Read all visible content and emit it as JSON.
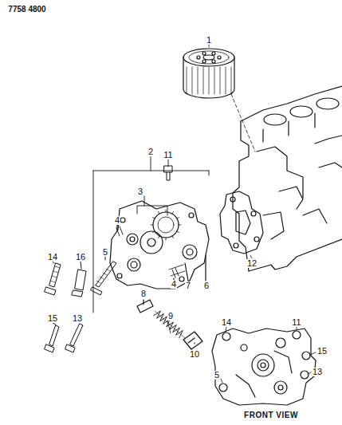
{
  "diagram": {
    "labels": [
      "7758 4800",
      "1",
      "2",
      "11",
      "3",
      "4",
      "5",
      "14",
      "16",
      "4",
      "7",
      "6",
      "12",
      "15",
      "13",
      "8",
      "9",
      "10",
      "14",
      "11",
      "15",
      "13",
      "5",
      "FRONT VIEW"
    ]
  }
}
